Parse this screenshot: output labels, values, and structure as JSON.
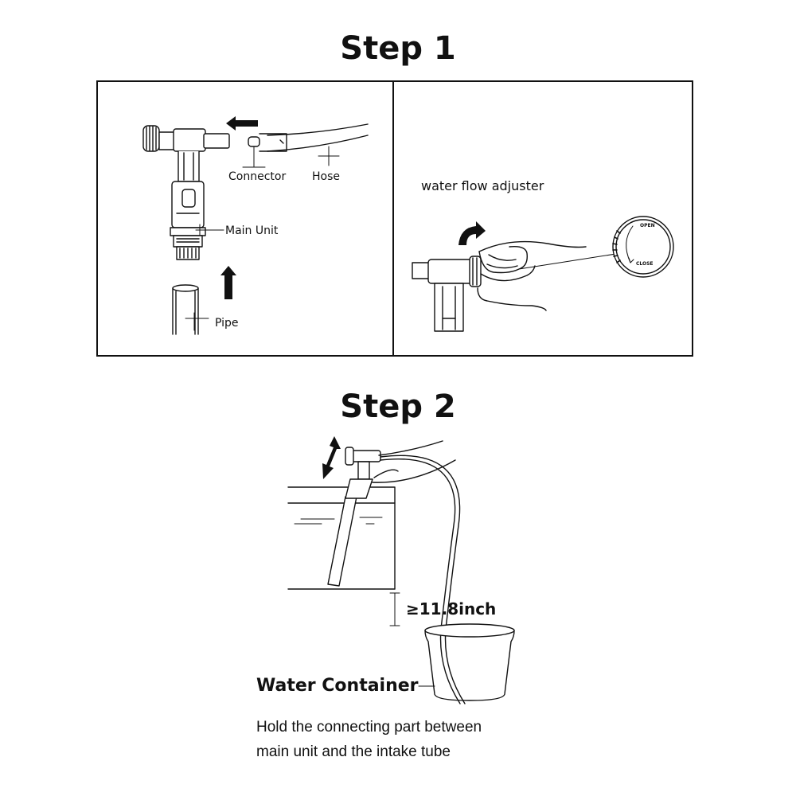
{
  "step1": {
    "title": "Step 1",
    "labels": {
      "connector": "Connector",
      "hose": "Hose",
      "main_unit": "Main Unit",
      "pipe": "Pipe",
      "adjuster": "water flow adjuster",
      "open": "OPEN",
      "close": "CLOSE"
    }
  },
  "step2": {
    "title": "Step 2",
    "height_note": "≥11.8inch",
    "container_label": "Water Container",
    "instruction_line1": "Hold the connecting part between",
    "instruction_line2": "main unit and the intake tube"
  },
  "colors": {
    "ink": "#111111",
    "background": "#ffffff"
  }
}
